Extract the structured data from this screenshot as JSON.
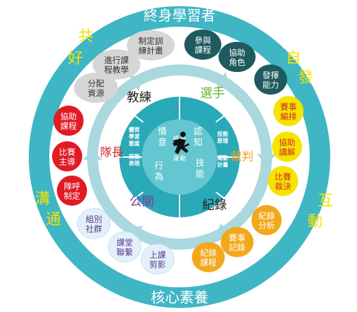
{
  "outer_ring": {
    "top": "終身學習者",
    "bottom": "核心素養",
    "left_top": [
      "共",
      "好"
    ],
    "left_bottom": [
      "溝",
      "通"
    ],
    "right_top": [
      "自",
      "發"
    ],
    "right_bottom": [
      "互",
      "動"
    ]
  },
  "roles": {
    "coach": "教練",
    "player": "選手",
    "referee": "裁判",
    "recorder": "紀錄",
    "pr": "公關",
    "captain": "隊長"
  },
  "inner": {
    "emotion": [
      "情",
      "意"
    ],
    "cognition": [
      "認",
      "知"
    ],
    "action": [
      "行",
      "為"
    ],
    "skill": [
      "技",
      "能"
    ],
    "center_text": [
      "終",
      "身",
      "運",
      "動"
    ],
    "left_upper": [
      "體育",
      "學習",
      "態度"
    ],
    "left_lower": [
      "技能",
      "表現"
    ],
    "right_upper": [
      "技能",
      "原理"
    ],
    "right_lower": [
      "運動",
      "計畫"
    ]
  },
  "bubbles": {
    "coach": [
      [
        "分配",
        "資源"
      ],
      [
        "進行課",
        "程教學"
      ],
      [
        "制定訓",
        "練計畫"
      ]
    ],
    "player": [
      [
        "參與",
        "課程"
      ],
      [
        "協助",
        "角色"
      ],
      [
        "發揮",
        "能力"
      ]
    ],
    "referee": [
      [
        "賽事",
        "編排"
      ],
      [
        "協助",
        "講解"
      ],
      [
        "比賽",
        "裁決"
      ]
    ],
    "recorder": [
      [
        "紀錄",
        "分析"
      ],
      [
        "賽事",
        "記錄"
      ],
      [
        "紀錄",
        "課程"
      ]
    ],
    "pr": [
      [
        "組別",
        "社群"
      ],
      [
        "課堂",
        "聯繫"
      ],
      [
        "上課",
        "剪影"
      ]
    ],
    "captain": [
      [
        "協助",
        "課程"
      ],
      [
        "比賽",
        "主導"
      ],
      [
        "隊呼",
        "制定"
      ]
    ]
  },
  "colors": {
    "outer_ring": "#3fb6c4",
    "inner_core": "#2aa9b8",
    "arrow": "#a9d8df",
    "coach_bubble": "#d6d6d6",
    "player_bubble": "#1f5a5e",
    "referee_bubble": "#f4e400",
    "recorder_bubble": "#f3a81c",
    "pr_bubble": "#e3f0fa",
    "captain_bubble": "#e01b24",
    "left_text": "#f3e400",
    "right_text": "#f3e400",
    "player_label": "#6ab42d",
    "referee_label": "#f4a21d",
    "pr_label": "#7a3fa0",
    "captain_label": "#d62828",
    "coach_label": "#222222"
  },
  "icon": "runner-icon"
}
